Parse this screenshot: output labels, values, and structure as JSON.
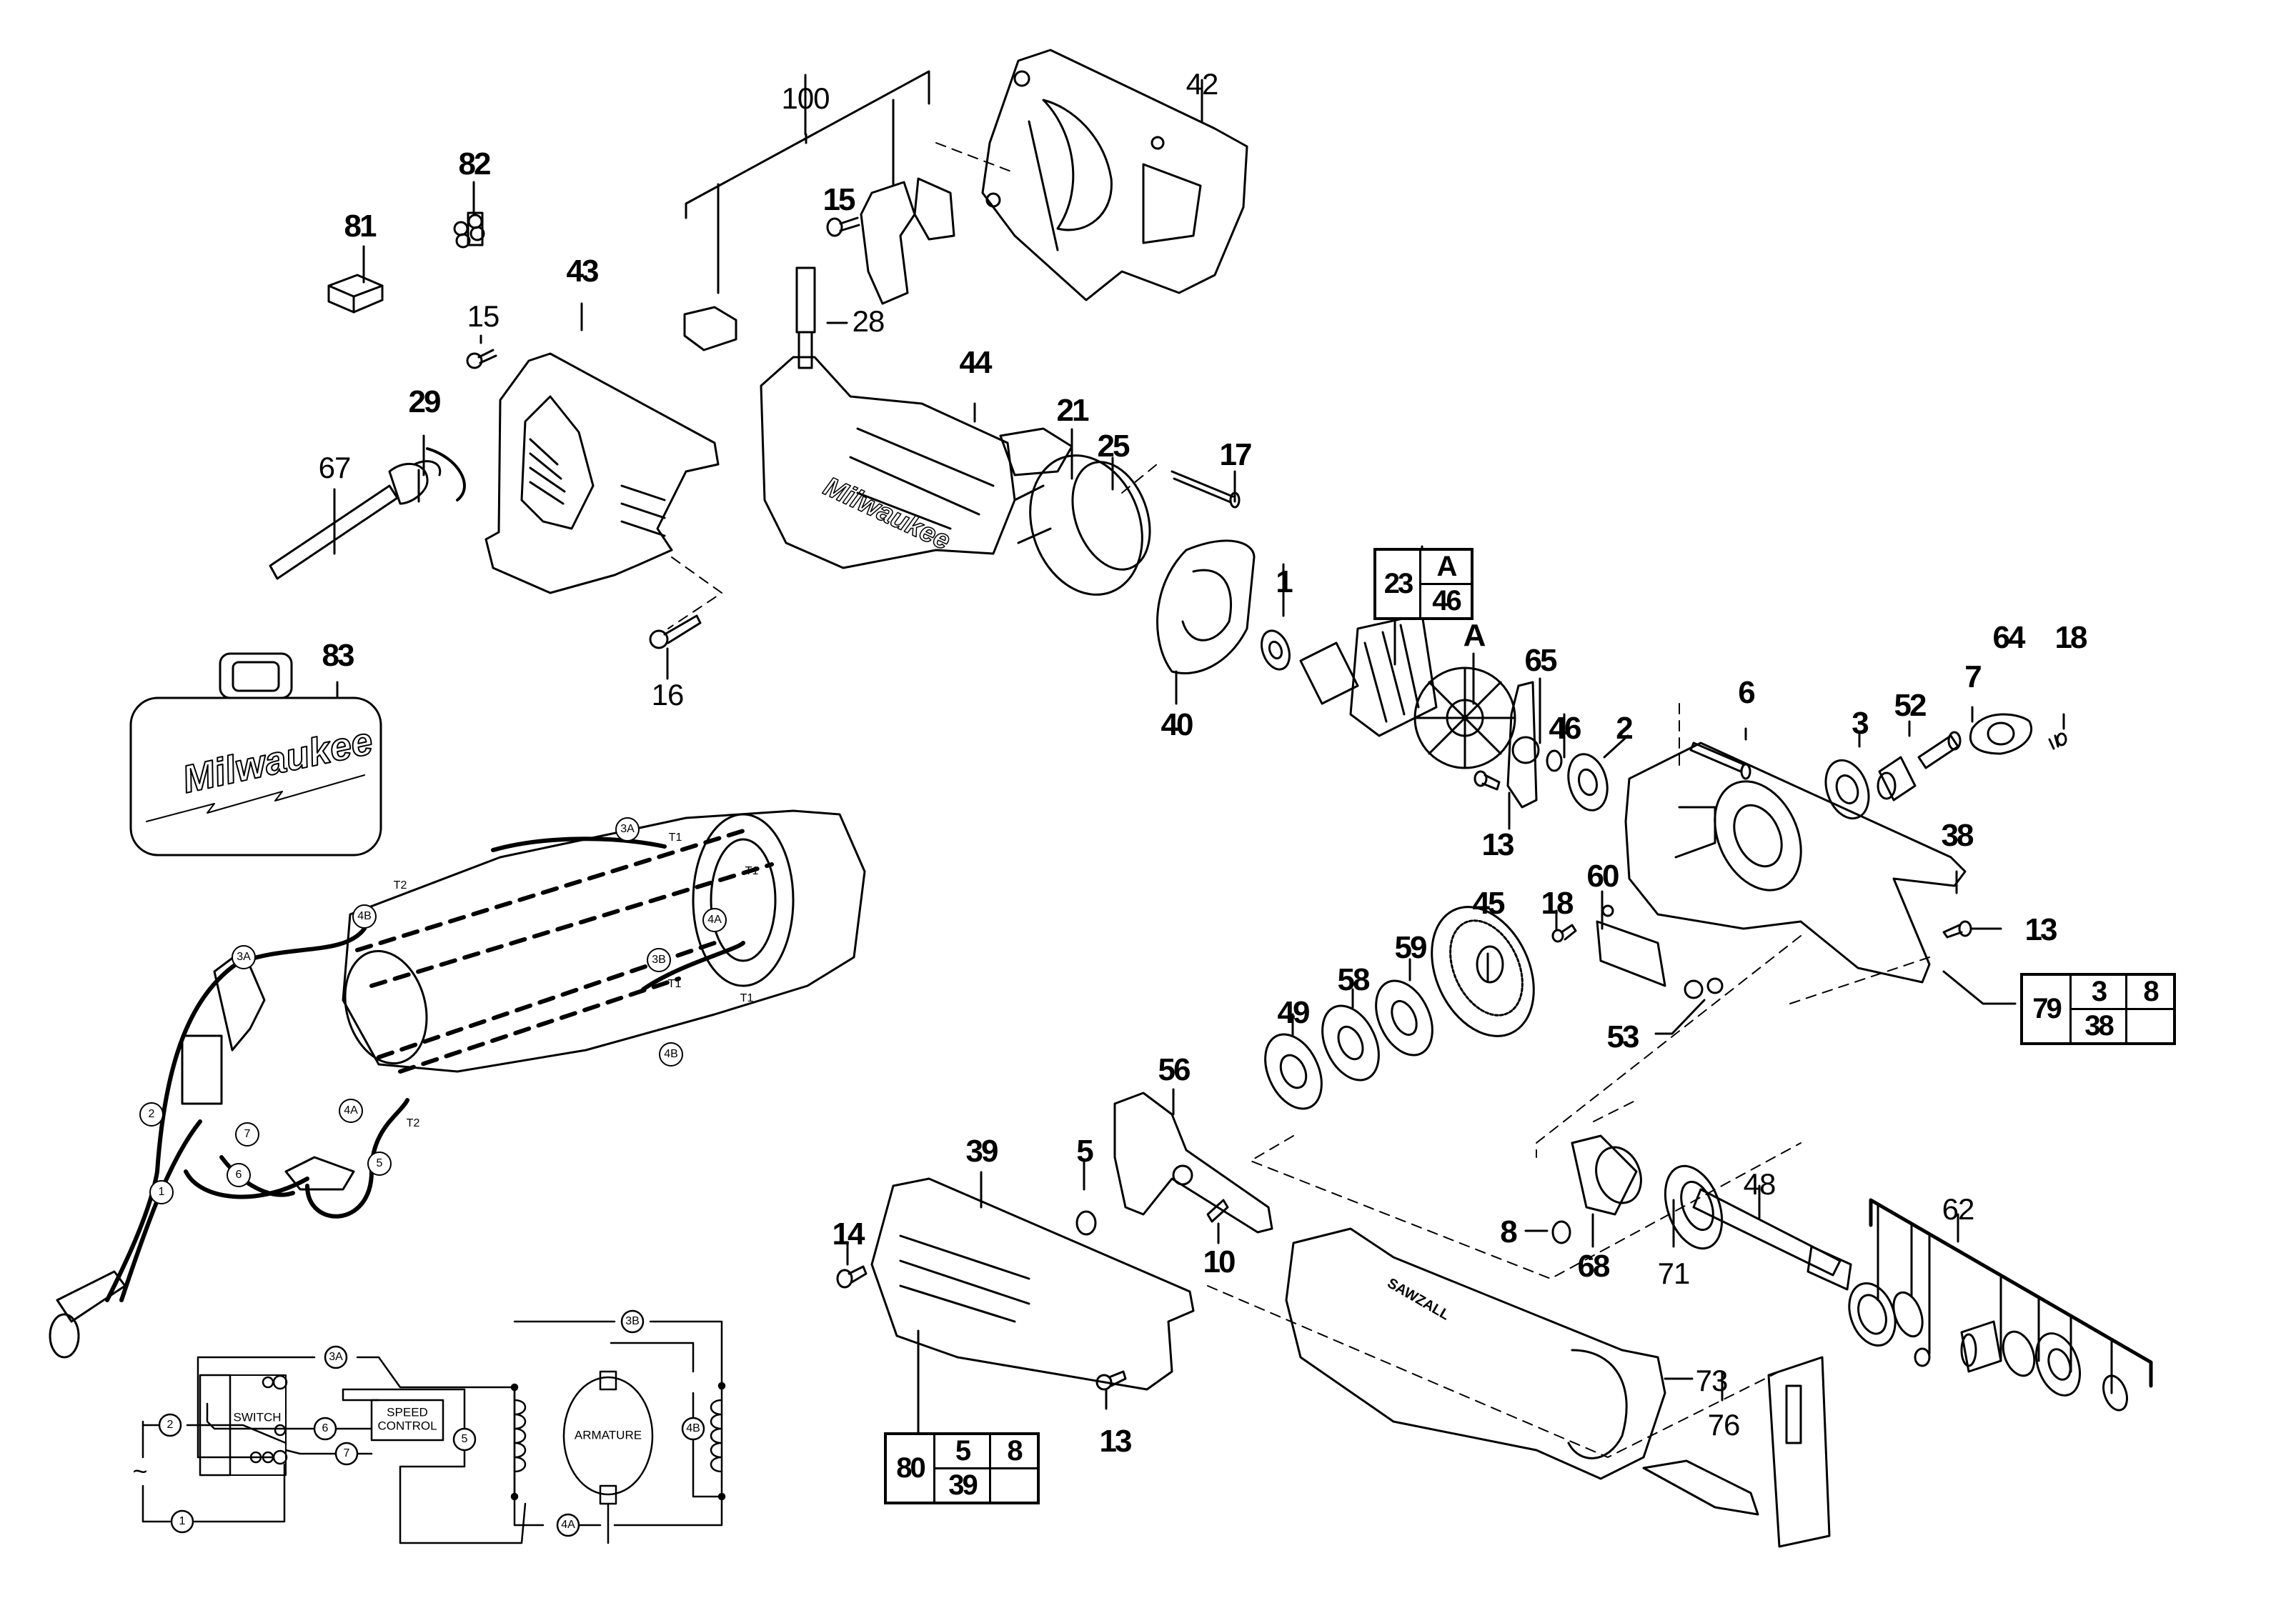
{
  "diagram": {
    "title": "Milwaukee Sawzall exploded parts diagram",
    "brand_logo_text": "Milwaukee",
    "housing_text": "SAWZALL"
  },
  "callouts": {
    "p100": "100",
    "p42": "42",
    "p82": "82",
    "p81": "81",
    "p15a": "15",
    "p15b": "15",
    "p43": "43",
    "p28": "28",
    "p29": "29",
    "p67": "67",
    "p44": "44",
    "p21": "21",
    "p25": "25",
    "p17": "17",
    "p16": "16",
    "p83": "83",
    "p1": "1",
    "p40": "40",
    "pA": "A",
    "p65": "65",
    "p46": "46",
    "p2": "2",
    "p13a": "13",
    "p6": "6",
    "p3": "3",
    "p52": "52",
    "p7": "7",
    "p64": "64",
    "p18a": "18",
    "p38": "38",
    "p13b": "13",
    "p60": "60",
    "p18b": "18",
    "p45": "45",
    "p59": "59",
    "p58": "58",
    "p49": "49",
    "p53": "53",
    "p56": "56",
    "p5": "5",
    "p39": "39",
    "p14": "14",
    "p10": "10",
    "p8": "8",
    "p68": "68",
    "p48": "48",
    "p71": "71",
    "p62": "62",
    "p73": "73",
    "p76": "76",
    "p13c": "13"
  },
  "kit_tables": [
    {
      "id": "kit-23",
      "main": "23",
      "cells": [
        [
          "A"
        ],
        [
          "46"
        ]
      ]
    },
    {
      "id": "kit-79",
      "main": "79",
      "cells": [
        [
          "3",
          "8"
        ],
        [
          "38",
          ""
        ]
      ]
    },
    {
      "id": "kit-80",
      "main": "80",
      "cells": [
        [
          "5",
          "8"
        ],
        [
          "39",
          ""
        ]
      ]
    }
  ],
  "wiring_harness_labels": {
    "w3a_top": "3A",
    "t1_a": "T1",
    "t1_b": "T1",
    "w3b": "3B",
    "w4a_top": "4A",
    "t2_top": "T2",
    "w4b_left": "4B",
    "w3a_left": "3A",
    "t1_c": "T1",
    "t1_d": "T1",
    "w4b_right": "4B",
    "w4a_bottom": "4A",
    "t2_bottom": "T2",
    "w2": "2",
    "w7": "7",
    "w5": "5",
    "w6": "6",
    "w1": "1"
  },
  "schematic": {
    "switch": "SWITCH",
    "speed_control_line1": "SPEED",
    "speed_control_line2": "CONTROL",
    "armature": "ARMATURE",
    "ac_symbol": "~",
    "nodes": {
      "n2": "2",
      "n3a": "3A",
      "n3b": "3B",
      "n6": "6",
      "n7": "7",
      "n5": "5",
      "n4b": "4B",
      "n1": "1",
      "n4a": "4A"
    }
  }
}
